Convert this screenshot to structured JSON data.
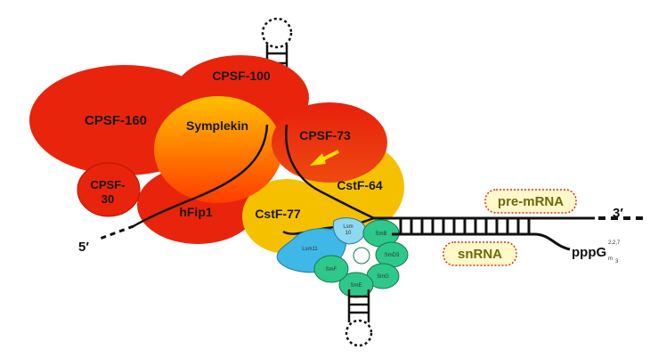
{
  "proteins": {
    "cpsf160": "CPSF-160",
    "cpsf100": "CPSF-100",
    "symplekin": "Symplekin",
    "cpsf73": "CPSF-73",
    "cpsf30_line1": "CPSF-",
    "cpsf30_line2": "30",
    "hfip1": "hFip1",
    "cstf64": "CstF-64",
    "cstf77": "CstF-77"
  },
  "lsm_ring": {
    "lsm11": "Lsm11",
    "lsm10_line1": "Lsm",
    "lsm10_line2": "10",
    "smb": "SmB",
    "smd3": "SmD3",
    "smf": "SmF",
    "sme": "SmE",
    "smg": "SmG"
  },
  "rna": {
    "pre_mrna": "pre-mRNA",
    "snrna": "snRNA",
    "five_prime": "5′",
    "three_prime": "3′",
    "cap": "pppG",
    "cap_super": "2,2,7",
    "cap_sub": "m",
    "cap_sub_index": "3"
  },
  "colors": {
    "red": "#e8240c",
    "orange_red": "#e83a10",
    "yellow": "#f5c000",
    "gradient_top": "#ffb000",
    "gradient_bottom": "#ff3a00",
    "lsm_blue": "#3fb8e8",
    "sm_green": "#2ec88a",
    "arrow": "#ffe000",
    "tag_border": "#d83010",
    "tag_fill": "#fff8c8"
  },
  "icons": {
    "cleavage_arrow": "arrow-icon"
  }
}
